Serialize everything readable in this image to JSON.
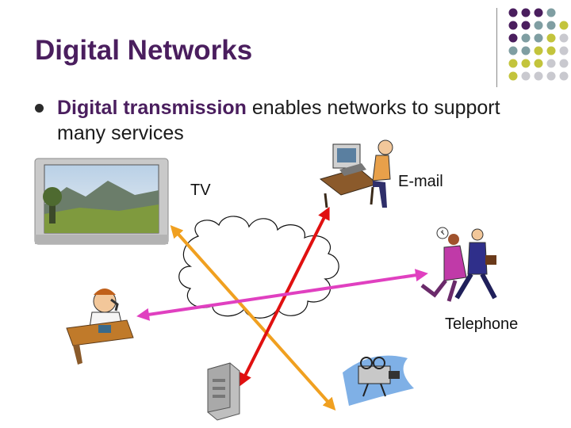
{
  "slide": {
    "title": "Digital Networks",
    "bullet": {
      "highlight": "Digital transmission",
      "rest": " enables networks to support many services"
    },
    "labels": {
      "tv": "TV",
      "email": "E-mail",
      "telephone": "Telephone"
    }
  },
  "colors": {
    "title": "#4a1e5e",
    "dot_purple": "#4a1e5e",
    "dot_teal": "#7f9ea2",
    "dot_olive": "#c3c43c",
    "dot_grey": "#c9c9cf",
    "arrow_orange": "#f0a020",
    "arrow_red": "#e01010",
    "arrow_magenta": "#e040c0"
  },
  "icons": [
    "tv-icon",
    "computer-user-icon",
    "running-people-icon",
    "telephone-person-icon",
    "server-tower-icon",
    "video-camera-icon",
    "cloud-network-icon"
  ]
}
